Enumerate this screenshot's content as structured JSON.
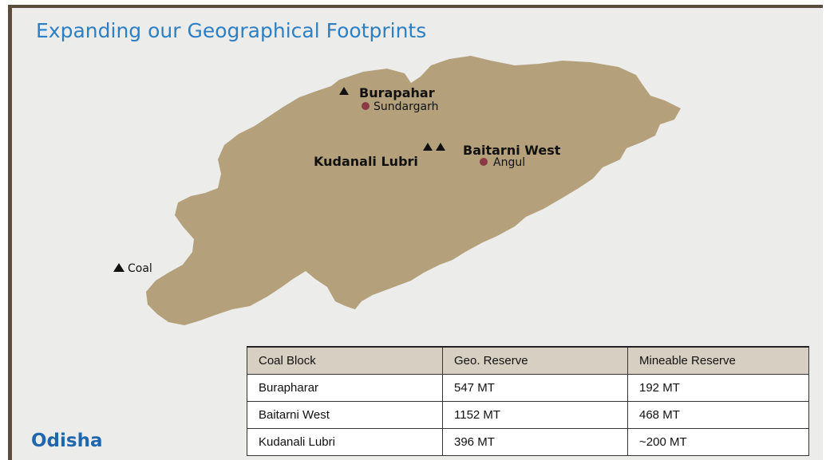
{
  "title": "Expanding our Geographical Footprints",
  "region_label": "Odisha",
  "colors": {
    "title": "#2d7fc4",
    "region_label": "#1f66ad",
    "map_fill": "#b4a17c",
    "district_dot": "#8a3a44",
    "frame": "#5a4d3c",
    "table_header": "#d8cfc3"
  },
  "map": {
    "blocks": [
      {
        "name": "Burapahar",
        "district": "Sundargarh"
      },
      {
        "name": "Kudanali Lubri"
      },
      {
        "name": "Baitarni West",
        "district": "Angul"
      }
    ],
    "legend": {
      "icon": "triangle-icon",
      "label": "Coal"
    }
  },
  "table": {
    "headers": [
      "Coal Block",
      "Geo. Reserve",
      "Mineable Reserve"
    ],
    "rows": [
      [
        "Burapharar",
        "547 MT",
        "192 MT"
      ],
      [
        "Baitarni West",
        "1152 MT",
        "468 MT"
      ],
      [
        "Kudanali Lubri",
        "396 MT",
        "~200 MT"
      ]
    ]
  }
}
